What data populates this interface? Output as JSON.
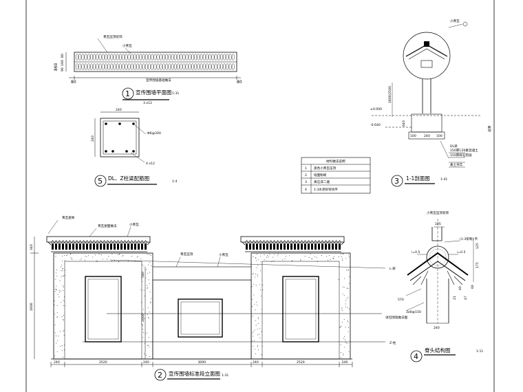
{
  "plan": {
    "label_top": "青瓦压顶装饰",
    "label_mid": "小青瓦",
    "label_base": "宣传围墙基础做法",
    "dim_total": "860",
    "dim_a": "90",
    "dim_b": "190",
    "dim_c": "80",
    "dim_left": "80",
    "dim_right": "80",
    "title_num": "1",
    "title": "宣传围墙平面图",
    "scale": "1:31"
  },
  "column": {
    "dim_top": "240",
    "rebar_top": "3 ⌀12",
    "dim_side": "240",
    "stirrup": "Φ6@200",
    "rebar_bottom": "4 ⌀12",
    "title_num": "5",
    "title": "DL、Z柱梁配筋图",
    "scale": "1:4"
  },
  "section": {
    "top_label": "小青瓦",
    "height_label": "1800/2500",
    "elev_0": "±0.000",
    "elev_neg": "-0.640",
    "dim_depth": "640",
    "dim_w1": "100",
    "dim_w2": "240",
    "dim_w3": "100",
    "footing": "DL梁",
    "layer_1": "150厚C20素混凝土",
    "layer_2": "150厚碎石垫层",
    "layer_3": "素土夯实",
    "title_num": "3",
    "title": "1-1剖面图",
    "scale": "1:41"
  },
  "legend": {
    "header": "材料做法说明",
    "rows": [
      {
        "no": "1",
        "text": "黑色小青瓦压顶"
      },
      {
        "no": "2",
        "text": "墙面粉刷"
      },
      {
        "no": "3",
        "text": "真石漆二遍"
      },
      {
        "no": "4",
        "text": "1:3水泥砂浆找平"
      }
    ]
  },
  "elevation": {
    "left_tile_label": "青瓦屋脊",
    "left_ridge_label": "青瓦屋面做法",
    "mid_tile_label": "青瓦压顶",
    "mid_small_label": "小青瓦",
    "left_roof_label": "小青瓦",
    "right_label_1": "L-梁",
    "right_label_2": "Z-柱",
    "dim_h1": "340",
    "dim_h_total": "2600",
    "dim_panel_h": "540",
    "dim_mid_h": "2000",
    "dims_bottom": [
      "240",
      "2520",
      "240",
      "3000",
      "240",
      "2520",
      "240"
    ],
    "title_num": "2",
    "title": "宣传围墙标准段立面图",
    "scale": "1:31"
  },
  "detail": {
    "top_label": "小青瓦压顶装饰",
    "dim_top": "105",
    "mortar": "(1:3浆制) 平",
    "slope_l": "i=0.5",
    "slope_r": "i=0.5",
    "dim_right_1": "125",
    "dim_right_2": "175",
    "dim_a": "60",
    "dim_b": "40",
    "dim_c": "47",
    "dim_d": "21",
    "left_dim": "570",
    "rebar": "3⌀8@150",
    "note": "详见围墙做法图",
    "dim_bottom": "240",
    "title_num": "4",
    "title": "脊头结构图",
    "scale": "1:11"
  },
  "side_text": "说明"
}
